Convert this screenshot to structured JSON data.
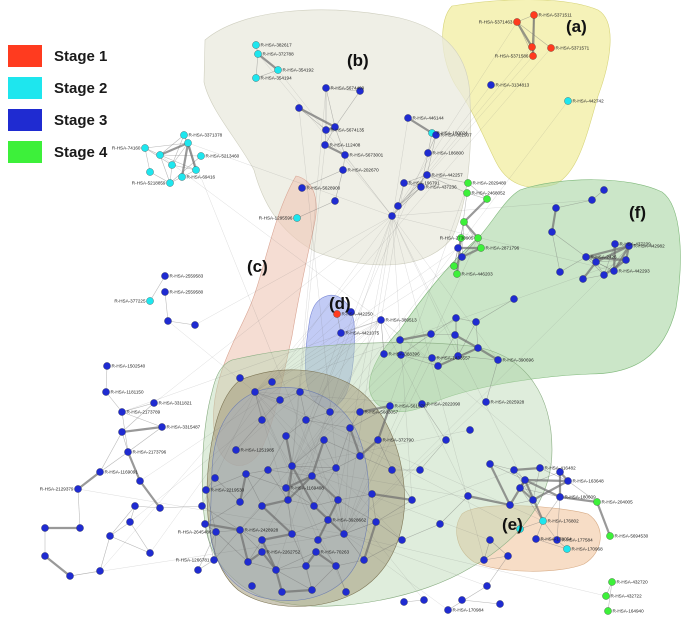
{
  "legend": [
    {
      "label": "Stage 1",
      "color": "#ff3b1f"
    },
    {
      "label": "Stage 2",
      "color": "#1ee6ee"
    },
    {
      "label": "Stage 3",
      "color": "#1f2bd1"
    },
    {
      "label": "Stage 4",
      "color": "#3df03a"
    }
  ],
  "group_labels": {
    "a": "(a)",
    "b": "(b)",
    "c": "(c)",
    "d": "(d)",
    "e": "(e)",
    "f": "(f)"
  },
  "node_labels": [
    "R-HSA-5371511",
    "R-HSA-5371463",
    "R-HSA-5371571",
    "R-HSA-5371586",
    "R-HSA-3134813",
    "R-HSA-442742",
    "R-HSA-382617",
    "R-HSA-372788",
    "R-HSA-354192",
    "R-HSA-354194",
    "R-HSA-5674499",
    "R-HSA-446144",
    "R-HSA-180024",
    "R-HSA-881907",
    "R-HSA-186800",
    "R-HSA-442257",
    "R-HSA-196791",
    "R-HSA-437236",
    "R-HSA-112408",
    "R-HSA-5673001",
    "R-HSA-202670",
    "R-HSA-5674135",
    "R-HSA-3371378",
    "R-HSA-74160",
    "R-HSA-5213460",
    "R-HSA-69416",
    "R-HSA-5218859",
    "R-HSA-1295596",
    "R-HSA-5628900",
    "R-HSA-2730905",
    "R-HSA-2871796",
    "R-HSA-2426",
    "R-HSA-442293",
    "R-HSA-442982",
    "R-HSA-437239",
    "R-HSA-2559583",
    "R-HSA-2559580",
    "R-HSA-377225",
    "R-HSA-442250",
    "R-HSA-4421075",
    "R-HSA-389513",
    "R-HSA-1502540",
    "R-HSA-1181150",
    "R-HSA-3311821",
    "R-HSA-2173789",
    "R-HSA-3315487",
    "R-HSA-2173796",
    "R-HSA-1169091",
    "R-HSA-2129379",
    "R-HSA-1251985",
    "R-HSA-2428928",
    "R-HSA-2645486",
    "R-HSA-1266781",
    "R-HSA-416482",
    "R-HSA-163648",
    "R-HSA-180609",
    "R-HSA-176802",
    "R-HSA-178054",
    "R-HSA-177584",
    "R-HSA-170968",
    "R-HSA-204005",
    "R-HSA-5694530",
    "R-HSA-432720",
    "R-HSA-432722",
    "R-HSA-164940",
    "R-HSA-170984",
    "R-HSA-2029480",
    "R-HSA-2468052",
    "R-HSA-446203",
    "R-HSA-1169408",
    "R-HSA-3928662",
    "R-HSA-70263",
    "R-HSA-372790",
    "R-HSA-1433557",
    "R-HSA-5610787",
    "R-HSA-2022090",
    "R-HSA-5683057",
    "R-HSA-2262752",
    "R-HSA-2219530",
    "R-HSA-2025928",
    "R-HSA-390696",
    "R-HSA-388396"
  ]
}
